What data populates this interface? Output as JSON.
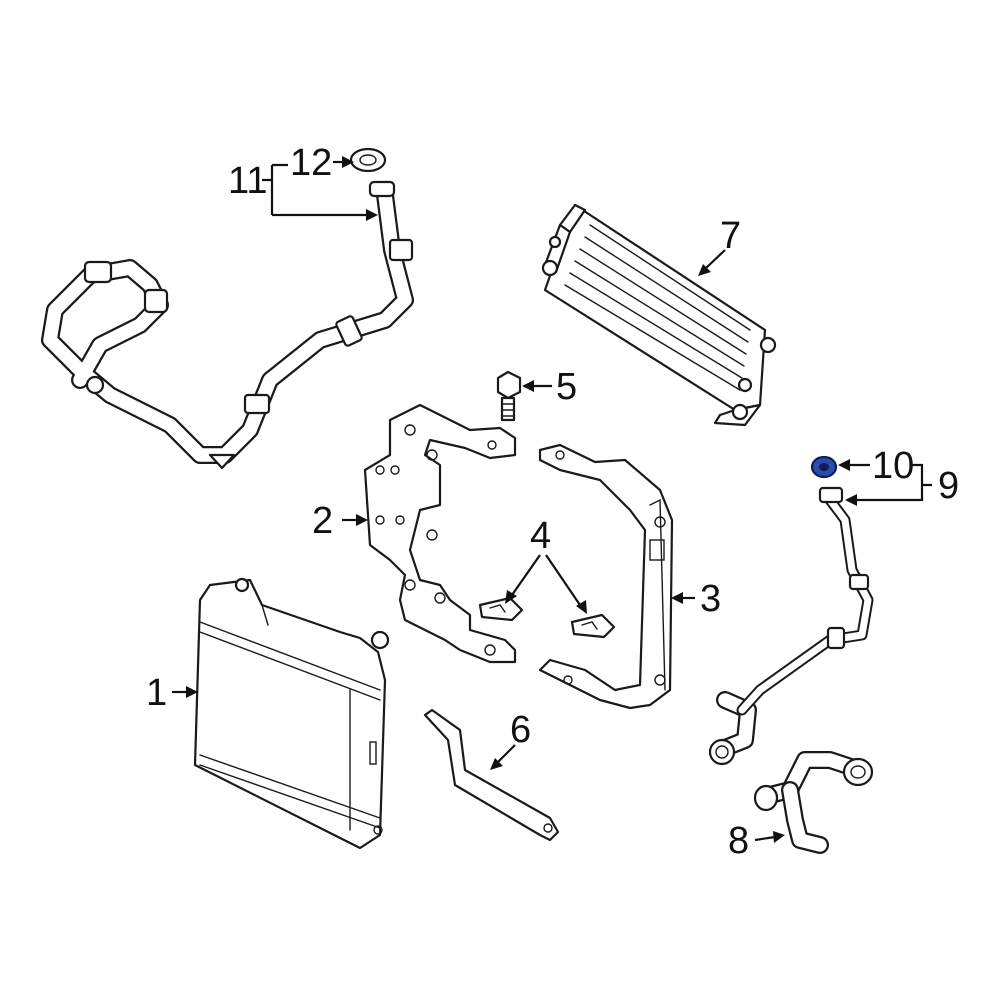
{
  "diagram": {
    "callouts": [
      {
        "id": "1",
        "text": "1"
      },
      {
        "id": "2",
        "text": "2"
      },
      {
        "id": "3",
        "text": "3"
      },
      {
        "id": "4",
        "text": "4"
      },
      {
        "id": "5",
        "text": "5"
      },
      {
        "id": "6",
        "text": "6"
      },
      {
        "id": "7",
        "text": "7"
      },
      {
        "id": "8",
        "text": "8"
      },
      {
        "id": "9",
        "text": "9"
      },
      {
        "id": "10",
        "text": "10"
      },
      {
        "id": "11",
        "text": "11"
      },
      {
        "id": "12",
        "text": "12"
      }
    ],
    "parts": [
      {
        "name": "oil-cooler",
        "icon": "oil-cooler-icon"
      },
      {
        "name": "left-bracket",
        "icon": "bracket-icon"
      },
      {
        "name": "right-bracket",
        "icon": "bracket-icon"
      },
      {
        "name": "clips",
        "icon": "clip-icon"
      },
      {
        "name": "bolt",
        "icon": "bolt-icon"
      },
      {
        "name": "support-strap",
        "icon": "strap-icon"
      },
      {
        "name": "auxiliary-cooler",
        "icon": "radiator-icon"
      },
      {
        "name": "lower-hose",
        "icon": "hose-icon"
      },
      {
        "name": "cooler-line-right",
        "icon": "pipe-icon"
      },
      {
        "name": "o-ring-highlighted",
        "icon": "o-ring-icon"
      },
      {
        "name": "cooler-line-left",
        "icon": "pipe-icon"
      },
      {
        "name": "seal-ring",
        "icon": "seal-icon"
      }
    ],
    "colors": {
      "line": "#1a1a1a",
      "highlight": "#2a4ea8",
      "highlight_dark": "#0f1e55",
      "background": "#ffffff"
    }
  }
}
